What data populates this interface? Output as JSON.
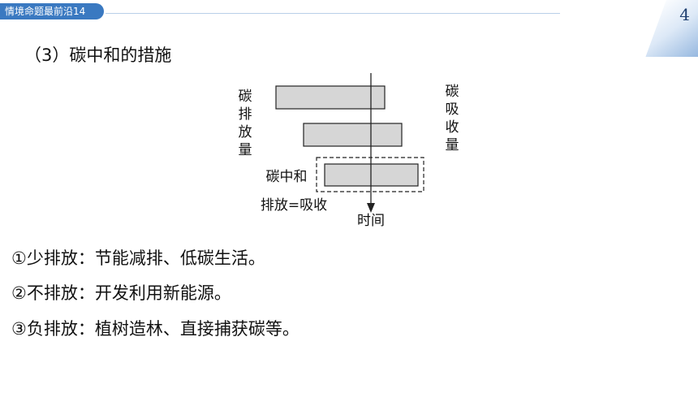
{
  "header": {
    "tag_label": "情境命题最前沿14",
    "page_number": "4",
    "accent_color": "#3a79c1"
  },
  "section": {
    "heading": "（3）碳中和的措施"
  },
  "diagram": {
    "left_label": [
      "碳",
      "排",
      "放",
      "量"
    ],
    "right_label": [
      "碳",
      "吸",
      "收",
      "量"
    ],
    "neutral_label": "碳中和",
    "equation_label": "排放=吸收",
    "axis_label": "时间"
  },
  "points": [
    "①少排放：节能减排、低碳生活。",
    "②不排放：开发利用新能源。",
    "③负排放：植树造林、直接捕获碳等。"
  ]
}
